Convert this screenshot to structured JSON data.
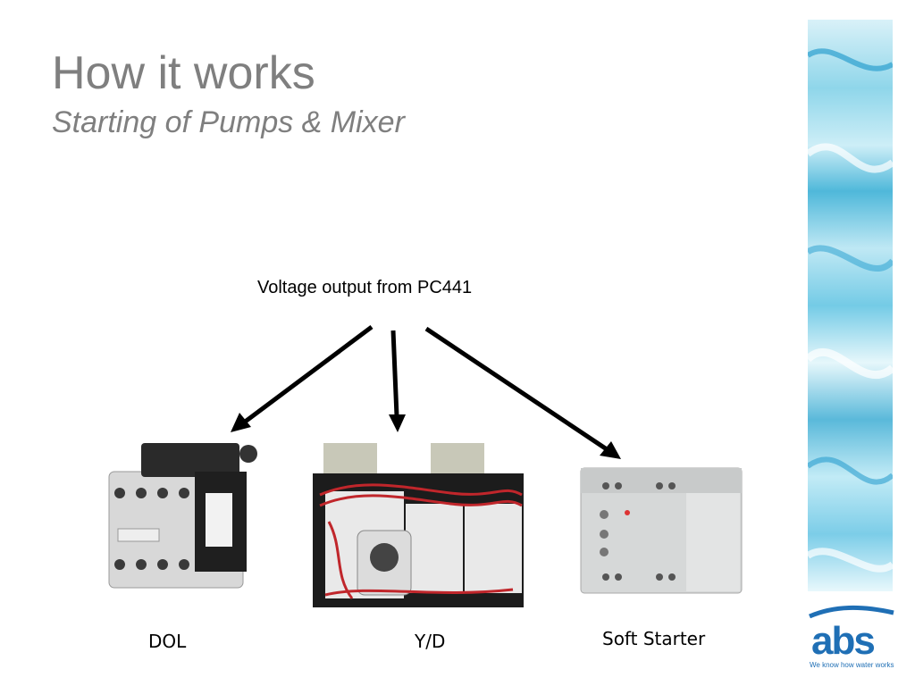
{
  "slide": {
    "title": "How it works",
    "subtitle": "Starting of Pumps & Mixer",
    "source_label": "Voltage output from PC441",
    "devices": [
      {
        "label": "DOL"
      },
      {
        "label": "Y/D"
      },
      {
        "label": "Soft Starter"
      }
    ]
  },
  "logo": {
    "word": "abs",
    "tagline": "We know how water works"
  },
  "colors": {
    "title_gray": "#7f7f7f",
    "brand_blue": "#1f6fb5",
    "arrow": "#000000"
  }
}
